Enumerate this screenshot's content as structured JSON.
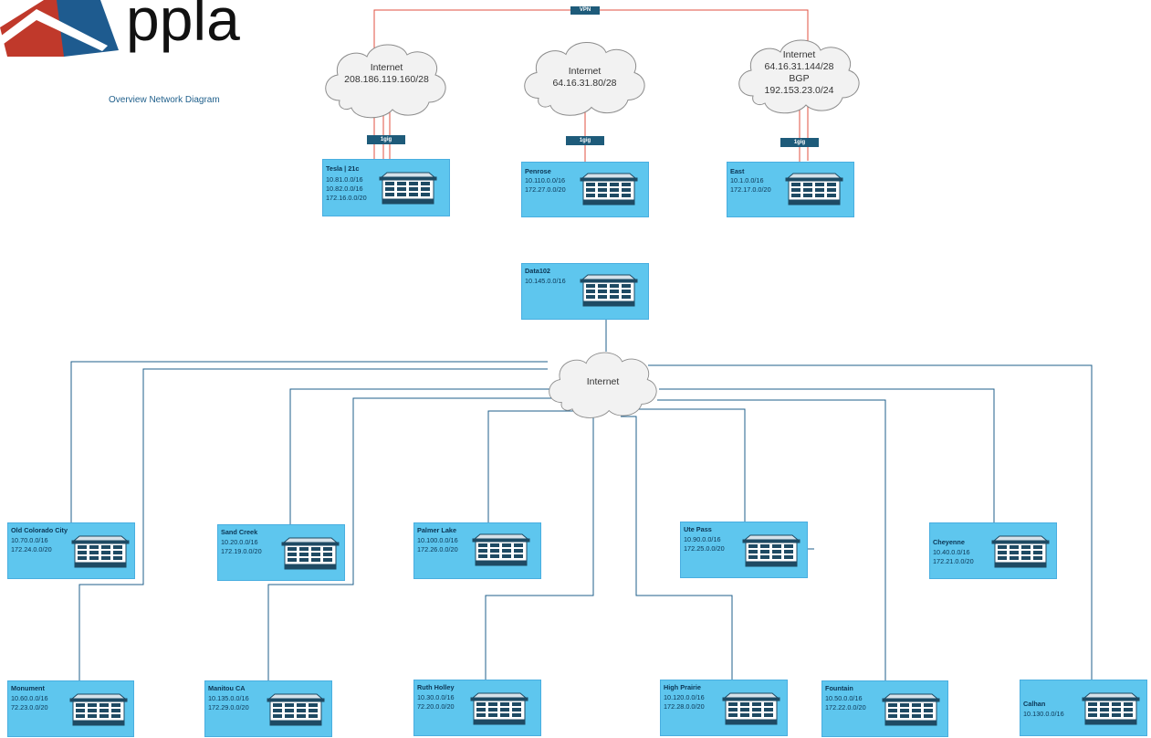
{
  "logo_text": "ppla",
  "subtitle": "Overview Network Diagram",
  "vpn_label": "VPN",
  "colors": {
    "site_fill": "#5ec6ee",
    "label_dark": "#1e5b7a",
    "wan_line": "#e05040",
    "lan_line": "#1f5f8b"
  },
  "top_clouds": [
    {
      "lines": [
        "Internet",
        "208.186.119.160/28"
      ]
    },
    {
      "lines": [
        "Internet",
        "64.16.31.80/28"
      ]
    },
    {
      "lines": [
        "Internet",
        "64.16.31.144/28",
        "BGP",
        "192.153.23.0/24"
      ]
    }
  ],
  "center_cloud": {
    "label": "Internet"
  },
  "link_speed": "1gig",
  "sites": {
    "tesla": {
      "name": "Tesla | 21c",
      "nets": [
        "10.81.0.0/16",
        "10.82.0.0/16",
        "172.16.0.0/20"
      ]
    },
    "penrose": {
      "name": "Penrose",
      "nets": [
        "10.110.0.0/16",
        "172.27.0.0/20"
      ]
    },
    "east": {
      "name": "East",
      "nets": [
        "10.1.0.0/16",
        "172.17.0.0/20"
      ]
    },
    "data102": {
      "name": "Data102",
      "nets": [
        "10.145.0.0/16"
      ]
    },
    "old_colorado_city": {
      "name": "Old Colorado City",
      "nets": [
        "10.70.0.0/16",
        "172.24.0.0/20"
      ]
    },
    "sand_creek": {
      "name": "Sand Creek",
      "nets": [
        "10.20.0.0/16",
        "172.19.0.0/20"
      ]
    },
    "palmer_lake": {
      "name": "Palmer Lake",
      "nets": [
        "10.100.0.0/16",
        "172.26.0.0/20"
      ]
    },
    "ute_pass": {
      "name": "Ute Pass",
      "nets": [
        "10.90.0.0/16",
        "172.25.0.0/20"
      ]
    },
    "cheyenne": {
      "name": "Cheyenne",
      "nets": [
        "10.40.0.0/16",
        "172.21.0.0/20"
      ]
    },
    "monument": {
      "name": "Monument",
      "nets": [
        "10.60.0.0/16",
        "72.23.0.0/20"
      ]
    },
    "manitou_ca": {
      "name": "Manitou CA",
      "nets": [
        "10.135.0.0/16",
        "172.29.0.0/20"
      ]
    },
    "ruth_holley": {
      "name": "Ruth Holley",
      "nets": [
        "10.30.0.0/16",
        "72.20.0.0/20"
      ]
    },
    "high_prairie": {
      "name": "High Prairie",
      "nets": [
        "10.120.0.0/16",
        "172.28.0.0/20"
      ]
    },
    "fountain": {
      "name": "Fountain",
      "nets": [
        "10.50.0.0/16",
        "172.22.0.0/20"
      ]
    },
    "calhan": {
      "name": "Calhan",
      "nets": [
        "10.130.0.0/16"
      ]
    }
  }
}
